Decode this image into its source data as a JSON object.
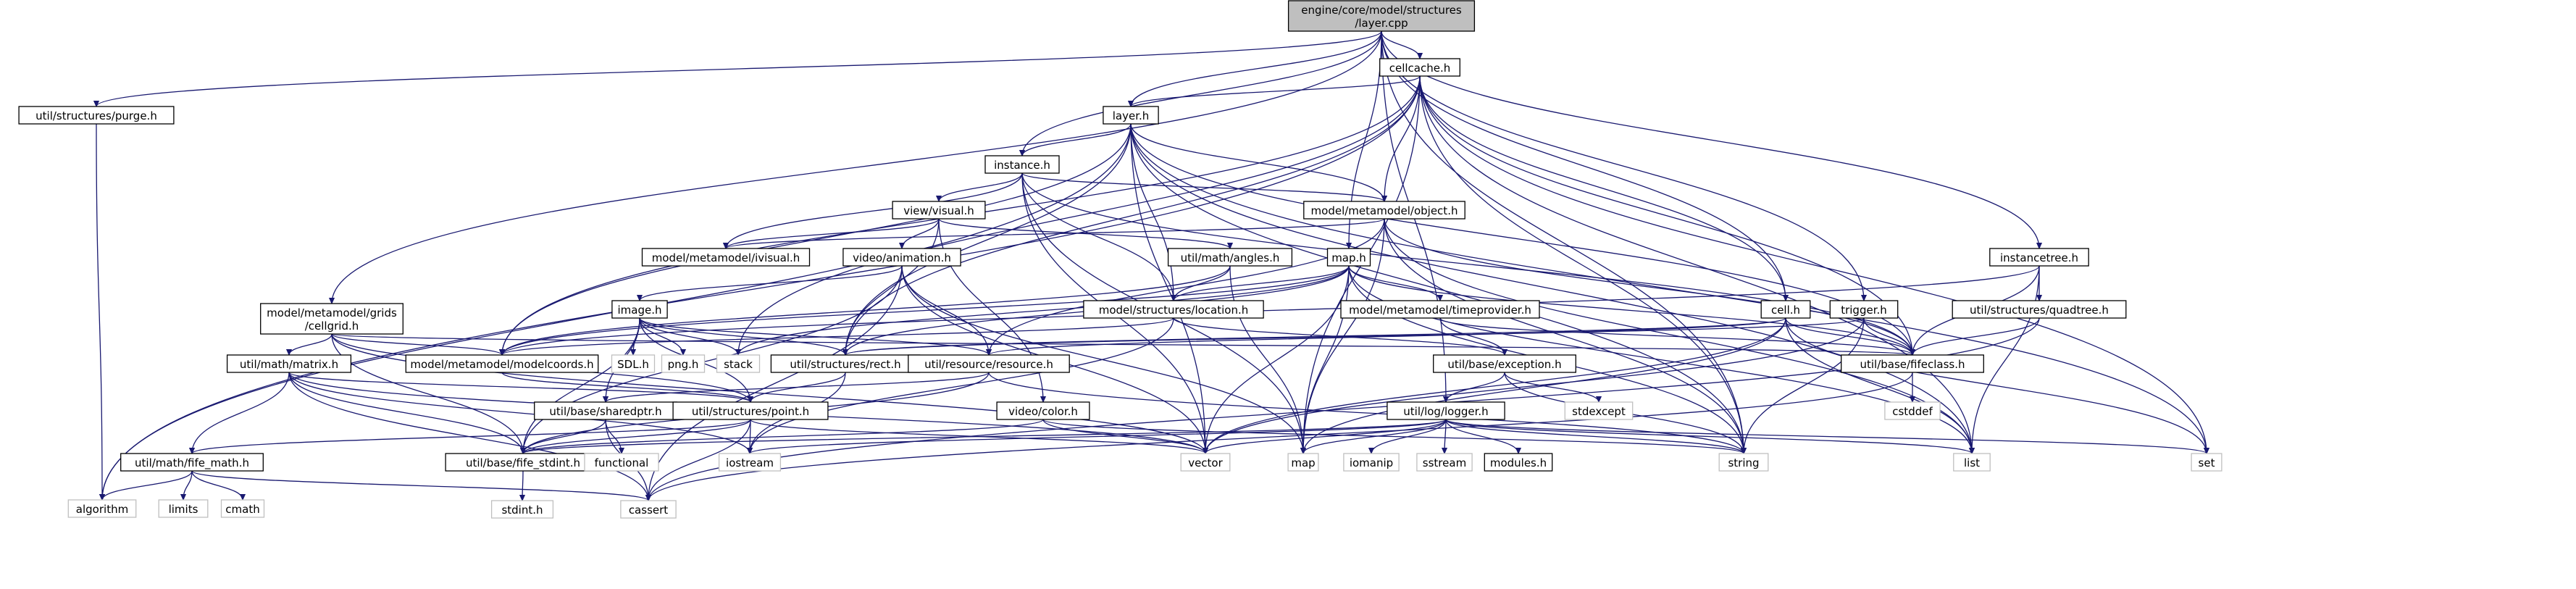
{
  "graph_title": "engine/core/model/structures/layer.cpp",
  "colors": {
    "edge": "#191970",
    "root_fill": "#bfbfbf",
    "node_border": "#000000",
    "external_border": "#bfbfbf"
  },
  "nodes": [
    {
      "id": "root",
      "label": [
        "engine/core/model/structures",
        "/layer.cpp"
      ],
      "kind": "root"
    },
    {
      "id": "purge",
      "label": [
        "util/structures/purge.h"
      ],
      "kind": "internal"
    },
    {
      "id": "cellcache",
      "label": [
        "cellcache.h"
      ],
      "kind": "internal"
    },
    {
      "id": "layer",
      "label": [
        "layer.h"
      ],
      "kind": "internal"
    },
    {
      "id": "instance",
      "label": [
        "instance.h"
      ],
      "kind": "internal"
    },
    {
      "id": "visual",
      "label": [
        "view/visual.h"
      ],
      "kind": "internal"
    },
    {
      "id": "object",
      "label": [
        "model/metamodel/object.h"
      ],
      "kind": "internal"
    },
    {
      "id": "ivisual",
      "label": [
        "model/metamodel/ivisual.h"
      ],
      "kind": "internal"
    },
    {
      "id": "animation",
      "label": [
        "video/animation.h"
      ],
      "kind": "internal"
    },
    {
      "id": "angles",
      "label": [
        "util/math/angles.h"
      ],
      "kind": "internal"
    },
    {
      "id": "map",
      "label": [
        "map.h"
      ],
      "kind": "internal"
    },
    {
      "id": "instancetree",
      "label": [
        "instancetree.h"
      ],
      "kind": "internal"
    },
    {
      "id": "cellgrid",
      "label": [
        "model/metamodel/grids",
        "/cellgrid.h"
      ],
      "kind": "internal"
    },
    {
      "id": "image",
      "label": [
        "image.h"
      ],
      "kind": "internal"
    },
    {
      "id": "location",
      "label": [
        "model/structures/location.h"
      ],
      "kind": "internal"
    },
    {
      "id": "timeprovider",
      "label": [
        "model/metamodel/timeprovider.h"
      ],
      "kind": "internal"
    },
    {
      "id": "cell",
      "label": [
        "cell.h"
      ],
      "kind": "internal"
    },
    {
      "id": "trigger",
      "label": [
        "trigger.h"
      ],
      "kind": "internal"
    },
    {
      "id": "quadtree",
      "label": [
        "util/structures/quadtree.h"
      ],
      "kind": "internal"
    },
    {
      "id": "matrix",
      "label": [
        "util/math/matrix.h"
      ],
      "kind": "internal"
    },
    {
      "id": "modelcoords",
      "label": [
        "model/metamodel/modelcoords.h"
      ],
      "kind": "internal"
    },
    {
      "id": "sdl",
      "label": [
        "SDL.h"
      ],
      "kind": "external"
    },
    {
      "id": "png",
      "label": [
        "png.h"
      ],
      "kind": "external"
    },
    {
      "id": "stack",
      "label": [
        "stack"
      ],
      "kind": "external"
    },
    {
      "id": "rect",
      "label": [
        "util/structures/rect.h"
      ],
      "kind": "internal"
    },
    {
      "id": "resource",
      "label": [
        "util/resource/resource.h"
      ],
      "kind": "internal"
    },
    {
      "id": "exception",
      "label": [
        "util/base/exception.h"
      ],
      "kind": "internal"
    },
    {
      "id": "fifeclass",
      "label": [
        "util/base/fifeclass.h"
      ],
      "kind": "internal"
    },
    {
      "id": "sharedptr",
      "label": [
        "util/base/sharedptr.h"
      ],
      "kind": "internal"
    },
    {
      "id": "point",
      "label": [
        "util/structures/point.h"
      ],
      "kind": "internal"
    },
    {
      "id": "color",
      "label": [
        "video/color.h"
      ],
      "kind": "internal"
    },
    {
      "id": "stdexcept",
      "label": [
        "stdexcept"
      ],
      "kind": "external"
    },
    {
      "id": "logger",
      "label": [
        "util/log/logger.h"
      ],
      "kind": "internal"
    },
    {
      "id": "cstddef",
      "label": [
        "cstddef"
      ],
      "kind": "external"
    },
    {
      "id": "fifemath",
      "label": [
        "util/math/fife_math.h"
      ],
      "kind": "internal"
    },
    {
      "id": "fifestdint",
      "label": [
        "util/base/fife_stdint.h"
      ],
      "kind": "internal"
    },
    {
      "id": "functional",
      "label": [
        "functional"
      ],
      "kind": "external"
    },
    {
      "id": "iostream",
      "label": [
        "iostream"
      ],
      "kind": "external"
    },
    {
      "id": "vector",
      "label": [
        "vector"
      ],
      "kind": "external"
    },
    {
      "id": "mapstd",
      "label": [
        "map"
      ],
      "kind": "external"
    },
    {
      "id": "iomanip",
      "label": [
        "iomanip"
      ],
      "kind": "external"
    },
    {
      "id": "sstream",
      "label": [
        "sstream"
      ],
      "kind": "external"
    },
    {
      "id": "modules",
      "label": [
        "modules.h"
      ],
      "kind": "internal"
    },
    {
      "id": "string",
      "label": [
        "string"
      ],
      "kind": "external"
    },
    {
      "id": "list",
      "label": [
        "list"
      ],
      "kind": "external"
    },
    {
      "id": "set",
      "label": [
        "set"
      ],
      "kind": "external"
    },
    {
      "id": "algorithm",
      "label": [
        "algorithm"
      ],
      "kind": "external"
    },
    {
      "id": "limits",
      "label": [
        "limits"
      ],
      "kind": "external"
    },
    {
      "id": "cmath",
      "label": [
        "cmath"
      ],
      "kind": "external"
    },
    {
      "id": "stdinth",
      "label": [
        "stdint.h"
      ],
      "kind": "external"
    },
    {
      "id": "cassert",
      "label": [
        "cassert"
      ],
      "kind": "external"
    }
  ],
  "edges": [
    [
      "root",
      "purge"
    ],
    [
      "root",
      "cellcache"
    ],
    [
      "root",
      "layer"
    ],
    [
      "root",
      "instance"
    ],
    [
      "root",
      "cellgrid"
    ],
    [
      "root",
      "map"
    ],
    [
      "root",
      "cell"
    ],
    [
      "root",
      "trigger"
    ],
    [
      "root",
      "instancetree"
    ],
    [
      "root",
      "logger"
    ],
    [
      "root",
      "string"
    ],
    [
      "purge",
      "algorithm"
    ],
    [
      "cellcache",
      "layer"
    ],
    [
      "cellcache",
      "object"
    ],
    [
      "cellcache",
      "cell"
    ],
    [
      "cellcache",
      "modelcoords"
    ],
    [
      "cellcache",
      "rect"
    ],
    [
      "cellcache",
      "stack"
    ],
    [
      "cellcache",
      "fifeclass"
    ],
    [
      "cellcache",
      "mapstd"
    ],
    [
      "cellcache",
      "string"
    ],
    [
      "cellcache",
      "set"
    ],
    [
      "cellcache",
      "algorithm"
    ],
    [
      "cellcache",
      "list"
    ],
    [
      "layer",
      "instance"
    ],
    [
      "layer",
      "object"
    ],
    [
      "layer",
      "location"
    ],
    [
      "layer",
      "modelcoords"
    ],
    [
      "layer",
      "rect"
    ],
    [
      "layer",
      "fifeclass"
    ],
    [
      "layer",
      "vector"
    ],
    [
      "layer",
      "string"
    ],
    [
      "layer",
      "set"
    ],
    [
      "layer",
      "list"
    ],
    [
      "layer",
      "algorithm"
    ],
    [
      "instance",
      "visual"
    ],
    [
      "instance",
      "object"
    ],
    [
      "instance",
      "ivisual"
    ],
    [
      "instance",
      "location"
    ],
    [
      "instance",
      "fifeclass"
    ],
    [
      "instance",
      "vector"
    ],
    [
      "instance",
      "mapstd"
    ],
    [
      "visual",
      "ivisual"
    ],
    [
      "visual",
      "animation"
    ],
    [
      "visual",
      "angles"
    ],
    [
      "visual",
      "rect"
    ],
    [
      "visual",
      "color"
    ],
    [
      "object",
      "ivisual"
    ],
    [
      "object",
      "fifeclass"
    ],
    [
      "object",
      "resource"
    ],
    [
      "object",
      "string"
    ],
    [
      "object",
      "list"
    ],
    [
      "object",
      "mapstd"
    ],
    [
      "animation",
      "image"
    ],
    [
      "animation",
      "resource"
    ],
    [
      "animation",
      "fifestdint"
    ],
    [
      "animation",
      "cassert"
    ],
    [
      "animation",
      "vector"
    ],
    [
      "animation",
      "mapstd"
    ],
    [
      "angles",
      "location"
    ],
    [
      "angles",
      "modelcoords"
    ],
    [
      "angles",
      "mapstd"
    ],
    [
      "map",
      "location"
    ],
    [
      "map",
      "timeprovider"
    ],
    [
      "map",
      "rect"
    ],
    [
      "map",
      "modelcoords"
    ],
    [
      "map",
      "stack"
    ],
    [
      "map",
      "fifeclass"
    ],
    [
      "map",
      "list"
    ],
    [
      "map",
      "string"
    ],
    [
      "map",
      "vector"
    ],
    [
      "map",
      "mapstd"
    ],
    [
      "instancetree",
      "quadtree"
    ],
    [
      "instancetree",
      "fifeclass"
    ],
    [
      "instancetree",
      "modelcoords"
    ],
    [
      "instancetree",
      "list"
    ],
    [
      "cellgrid",
      "matrix"
    ],
    [
      "cellgrid",
      "modelcoords"
    ],
    [
      "cellgrid",
      "fifeclass"
    ],
    [
      "cellgrid",
      "point"
    ],
    [
      "cellgrid",
      "fifestdint"
    ],
    [
      "cellgrid",
      "vector"
    ],
    [
      "image",
      "sdl"
    ],
    [
      "image",
      "png"
    ],
    [
      "image",
      "stack"
    ],
    [
      "image",
      "rect"
    ],
    [
      "image",
      "resource"
    ],
    [
      "image",
      "point"
    ],
    [
      "image",
      "sharedptr"
    ],
    [
      "image",
      "fifestdint"
    ],
    [
      "location",
      "modelcoords"
    ],
    [
      "location",
      "exception"
    ],
    [
      "location",
      "iostream"
    ],
    [
      "timeprovider",
      "exception"
    ],
    [
      "timeprovider",
      "fifeclass"
    ],
    [
      "cell",
      "rect"
    ],
    [
      "cell",
      "fifeclass"
    ],
    [
      "cell",
      "list"
    ],
    [
      "cell",
      "set"
    ],
    [
      "cell",
      "vector"
    ],
    [
      "cell",
      "mapstd"
    ],
    [
      "cell",
      "resource"
    ],
    [
      "trigger",
      "fifeclass"
    ],
    [
      "trigger",
      "rect"
    ],
    [
      "trigger",
      "vector"
    ],
    [
      "trigger",
      "string"
    ],
    [
      "quadtree",
      "fifeclass"
    ],
    [
      "quadtree",
      "cassert"
    ],
    [
      "matrix",
      "fifemath"
    ],
    [
      "matrix",
      "fifestdint"
    ],
    [
      "matrix",
      "point"
    ],
    [
      "matrix",
      "cassert"
    ],
    [
      "matrix",
      "iostream"
    ],
    [
      "matrix",
      "vector"
    ],
    [
      "modelcoords",
      "point"
    ],
    [
      "rect",
      "point"
    ],
    [
      "rect",
      "iostream"
    ],
    [
      "resource",
      "fifestdint"
    ],
    [
      "resource",
      "sharedptr"
    ],
    [
      "resource",
      "string"
    ],
    [
      "exception",
      "logger"
    ],
    [
      "exception",
      "stdexcept"
    ],
    [
      "exception",
      "string"
    ],
    [
      "fifeclass",
      "cstddef"
    ],
    [
      "fifeclass",
      "cassert"
    ],
    [
      "sharedptr",
      "fifestdint"
    ],
    [
      "sharedptr",
      "functional"
    ],
    [
      "sharedptr",
      "cassert"
    ],
    [
      "point",
      "fifemath"
    ],
    [
      "point",
      "fifestdint"
    ],
    [
      "point",
      "iostream"
    ],
    [
      "point",
      "cassert"
    ],
    [
      "point",
      "vector"
    ],
    [
      "color",
      "fifestdint"
    ],
    [
      "color",
      "vector"
    ],
    [
      "color",
      "string"
    ],
    [
      "logger",
      "iomanip"
    ],
    [
      "logger",
      "sstream"
    ],
    [
      "logger",
      "modules"
    ],
    [
      "logger",
      "fifestdint"
    ],
    [
      "logger",
      "vector"
    ],
    [
      "logger",
      "mapstd"
    ],
    [
      "logger",
      "list"
    ],
    [
      "logger",
      "set"
    ],
    [
      "logger",
      "string"
    ],
    [
      "logger",
      "iostream"
    ],
    [
      "fifemath",
      "algorithm"
    ],
    [
      "fifemath",
      "limits"
    ],
    [
      "fifemath",
      "cmath"
    ],
    [
      "fifemath",
      "cassert"
    ],
    [
      "fifestdint",
      "stdinth"
    ]
  ]
}
